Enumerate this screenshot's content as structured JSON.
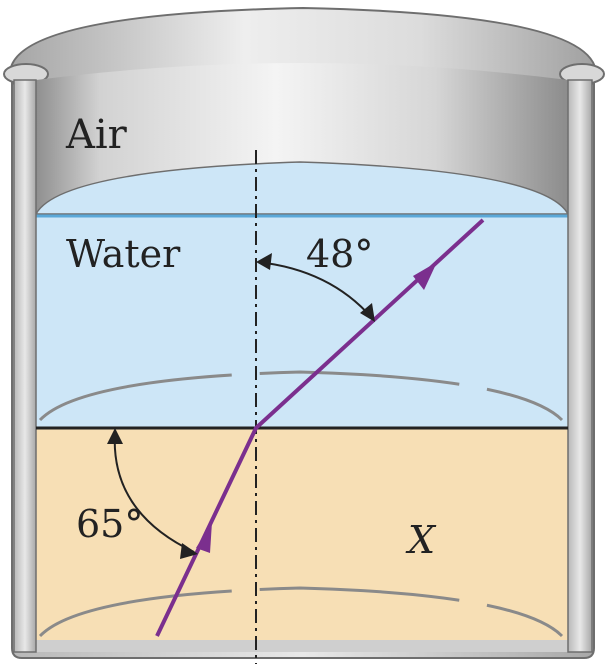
{
  "labels": {
    "air": "Air",
    "water": "Water",
    "material": "X",
    "angle_water": "48°",
    "angle_material": "65°"
  },
  "colors": {
    "water": "#cde6f7",
    "material": "#f7dfb5",
    "ray": "#7b2f8e",
    "container_light": "#f2f2f2",
    "container_dark": "#9a9a9a",
    "outline": "#6e6e6e"
  }
}
